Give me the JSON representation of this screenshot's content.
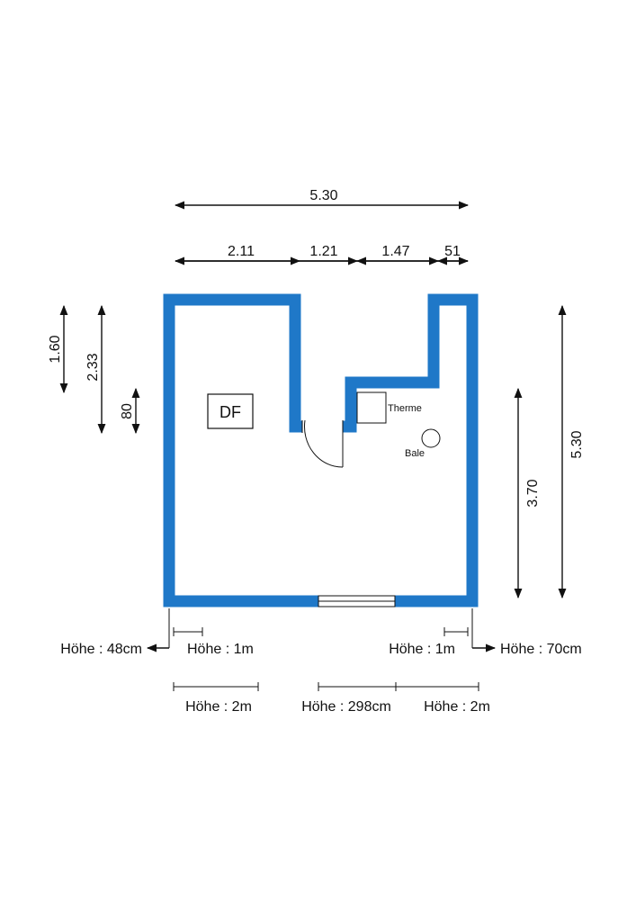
{
  "colors": {
    "wall": "#1f78c8",
    "ink": "#111111",
    "background": "#ffffff"
  },
  "dimensions_top": {
    "total": "5.30",
    "segments": [
      "2.11",
      "1.21",
      "1.47",
      "51"
    ]
  },
  "dimensions_left": [
    "1.60",
    "2.33",
    "80"
  ],
  "dimensions_right": [
    "3.70",
    "5.30"
  ],
  "labels": {
    "df": "DF",
    "therme": "Therme",
    "bale": "Bale"
  },
  "heights": {
    "left_outer": "Höhe : 48cm",
    "left_inner": "Höhe : 1m",
    "right_inner": "Höhe : 1m",
    "right_outer": "Höhe : 70cm",
    "bottom_left": "Höhe : 2m",
    "bottom_center": "Höhe : 298cm",
    "bottom_right": "Höhe : 2m"
  }
}
